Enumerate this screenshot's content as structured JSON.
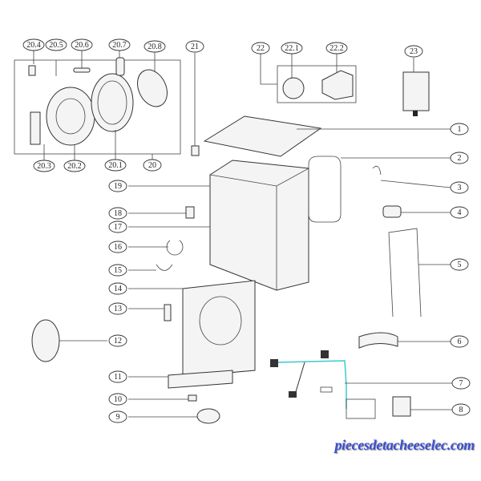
{
  "diagram": {
    "callouts_top": [
      "20.4",
      "20.5",
      "20.6",
      "20.7",
      "20.8",
      "21",
      "22",
      "22.1",
      "22.2",
      "23"
    ],
    "callouts_group_bottom": [
      "20.3",
      "20.2",
      "20.1",
      "20"
    ],
    "callouts_right": [
      "1",
      "2",
      "3",
      "4",
      "5",
      "6",
      "7",
      "8"
    ],
    "callouts_left": [
      "19",
      "18",
      "17",
      "16",
      "15",
      "14",
      "13",
      "12",
      "11",
      "10",
      "9"
    ]
  },
  "watermark": "piecesdetacheeselec.com"
}
